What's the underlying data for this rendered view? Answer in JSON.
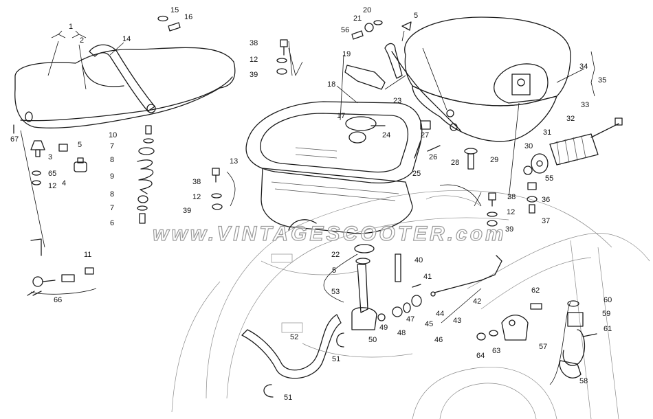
{
  "diagram": {
    "watermark": "www.VINTAGESCOOTER.com",
    "colors": {
      "ink": "#1a1a1a",
      "stipple": "#cfcfcf",
      "background": "#ffffff"
    },
    "callouts": [
      {
        "id": "c1",
        "label": "1"
      },
      {
        "id": "c2",
        "label": "2"
      },
      {
        "id": "c3",
        "label": "3"
      },
      {
        "id": "c4",
        "label": "4"
      },
      {
        "id": "c5a",
        "label": "5"
      },
      {
        "id": "c5b",
        "label": "5"
      },
      {
        "id": "c5c",
        "label": "5"
      },
      {
        "id": "c6",
        "label": "6"
      },
      {
        "id": "c7a",
        "label": "7"
      },
      {
        "id": "c7b",
        "label": "7"
      },
      {
        "id": "c8a",
        "label": "8"
      },
      {
        "id": "c8b",
        "label": "8"
      },
      {
        "id": "c9",
        "label": "9"
      },
      {
        "id": "c10",
        "label": "10"
      },
      {
        "id": "c11",
        "label": "11"
      },
      {
        "id": "c12a",
        "label": "12"
      },
      {
        "id": "c12b",
        "label": "12"
      },
      {
        "id": "c12c",
        "label": "12"
      },
      {
        "id": "c12d",
        "label": "12"
      },
      {
        "id": "c13",
        "label": "13"
      },
      {
        "id": "c14",
        "label": "14"
      },
      {
        "id": "c15",
        "label": "15"
      },
      {
        "id": "c16",
        "label": "16"
      },
      {
        "id": "c17",
        "label": "17"
      },
      {
        "id": "c18",
        "label": "18"
      },
      {
        "id": "c19",
        "label": "19"
      },
      {
        "id": "c20",
        "label": "20"
      },
      {
        "id": "c21",
        "label": "21"
      },
      {
        "id": "c22",
        "label": "22"
      },
      {
        "id": "c23",
        "label": "23"
      },
      {
        "id": "c24",
        "label": "24"
      },
      {
        "id": "c25",
        "label": "25"
      },
      {
        "id": "c26",
        "label": "26"
      },
      {
        "id": "c27",
        "label": "27"
      },
      {
        "id": "c28",
        "label": "28"
      },
      {
        "id": "c29",
        "label": "29"
      },
      {
        "id": "c30",
        "label": "30"
      },
      {
        "id": "c31",
        "label": "31"
      },
      {
        "id": "c32",
        "label": "32"
      },
      {
        "id": "c33",
        "label": "33"
      },
      {
        "id": "c34",
        "label": "34"
      },
      {
        "id": "c35",
        "label": "35"
      },
      {
        "id": "c36",
        "label": "36"
      },
      {
        "id": "c37",
        "label": "37"
      },
      {
        "id": "c38a",
        "label": "38"
      },
      {
        "id": "c38b",
        "label": "38"
      },
      {
        "id": "c38c",
        "label": "38"
      },
      {
        "id": "c39a",
        "label": "39"
      },
      {
        "id": "c39b",
        "label": "39"
      },
      {
        "id": "c39c",
        "label": "39"
      },
      {
        "id": "c40",
        "label": "40"
      },
      {
        "id": "c41",
        "label": "41"
      },
      {
        "id": "c42",
        "label": "42"
      },
      {
        "id": "c43",
        "label": "43"
      },
      {
        "id": "c44",
        "label": "44"
      },
      {
        "id": "c45",
        "label": "45"
      },
      {
        "id": "c46",
        "label": "46"
      },
      {
        "id": "c47",
        "label": "47"
      },
      {
        "id": "c48",
        "label": "48"
      },
      {
        "id": "c49",
        "label": "49"
      },
      {
        "id": "c50",
        "label": "50"
      },
      {
        "id": "c51a",
        "label": "51"
      },
      {
        "id": "c51b",
        "label": "51"
      },
      {
        "id": "c52",
        "label": "52"
      },
      {
        "id": "c53",
        "label": "53"
      },
      {
        "id": "c55",
        "label": "55"
      },
      {
        "id": "c56",
        "label": "56"
      },
      {
        "id": "c57",
        "label": "57"
      },
      {
        "id": "c58",
        "label": "58"
      },
      {
        "id": "c59",
        "label": "59"
      },
      {
        "id": "c60",
        "label": "60"
      },
      {
        "id": "c61",
        "label": "61"
      },
      {
        "id": "c62",
        "label": "62"
      },
      {
        "id": "c63",
        "label": "63"
      },
      {
        "id": "c64",
        "label": "64"
      },
      {
        "id": "c65",
        "label": "65"
      },
      {
        "id": "c66",
        "label": "66"
      },
      {
        "id": "c67",
        "label": "67"
      }
    ]
  }
}
